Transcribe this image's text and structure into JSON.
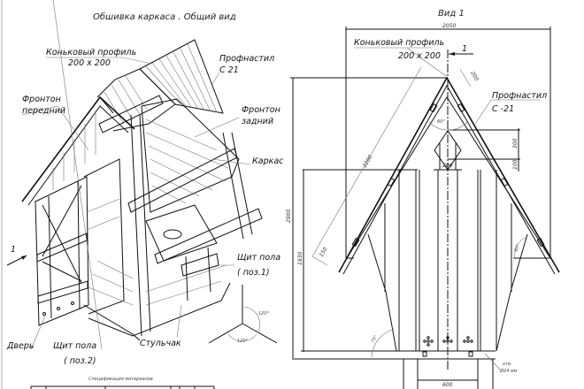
{
  "left_view": {
    "title": "Обшивка каркаса . Общий вид",
    "labels": {
      "ridge_profile": "Коньковый профиль",
      "ridge_profile_size": "200 х 200",
      "profnastil": "Профнастил",
      "profnastil_grade": "С 21",
      "front_gable_1": "Фронтон",
      "front_gable_2": "передний",
      "rear_gable_1": "Фронтон",
      "rear_gable_2": "задний",
      "frame": "Каркас",
      "view_arrow": "1",
      "floor_shield_1": "Щит пола",
      "floor_shield_1_pos": "( поз.1)",
      "door": "Дверь",
      "floor_shield_2": "Щит пола",
      "floor_shield_2_pos": "( поз.2)",
      "seat": "Стульчак",
      "angle_a": "120°",
      "angle_b": "120°"
    },
    "spec_title": "Спецификация материалов"
  },
  "right_view": {
    "title": "Вид 1",
    "labels": {
      "ridge_profile": "Коньковый профиль",
      "ridge_profile_size": "200 х 200",
      "section_mark": "1",
      "profnastil": "Профнастил",
      "profnastil_grade": "С -21",
      "hole_1": "отв.",
      "hole_2": "Ø24 мм"
    },
    "dimensions": {
      "overall_width": "2050",
      "overall_height": "2900",
      "wall_height": "1830",
      "rafter_length": "2200",
      "ridge": "200",
      "overhang": "150",
      "window_height": "300",
      "window_offset": "100",
      "window_width": "200",
      "apex_angle": "60°",
      "eave_angle": "60°",
      "wall_angle": "75°",
      "base_width": "600"
    }
  }
}
